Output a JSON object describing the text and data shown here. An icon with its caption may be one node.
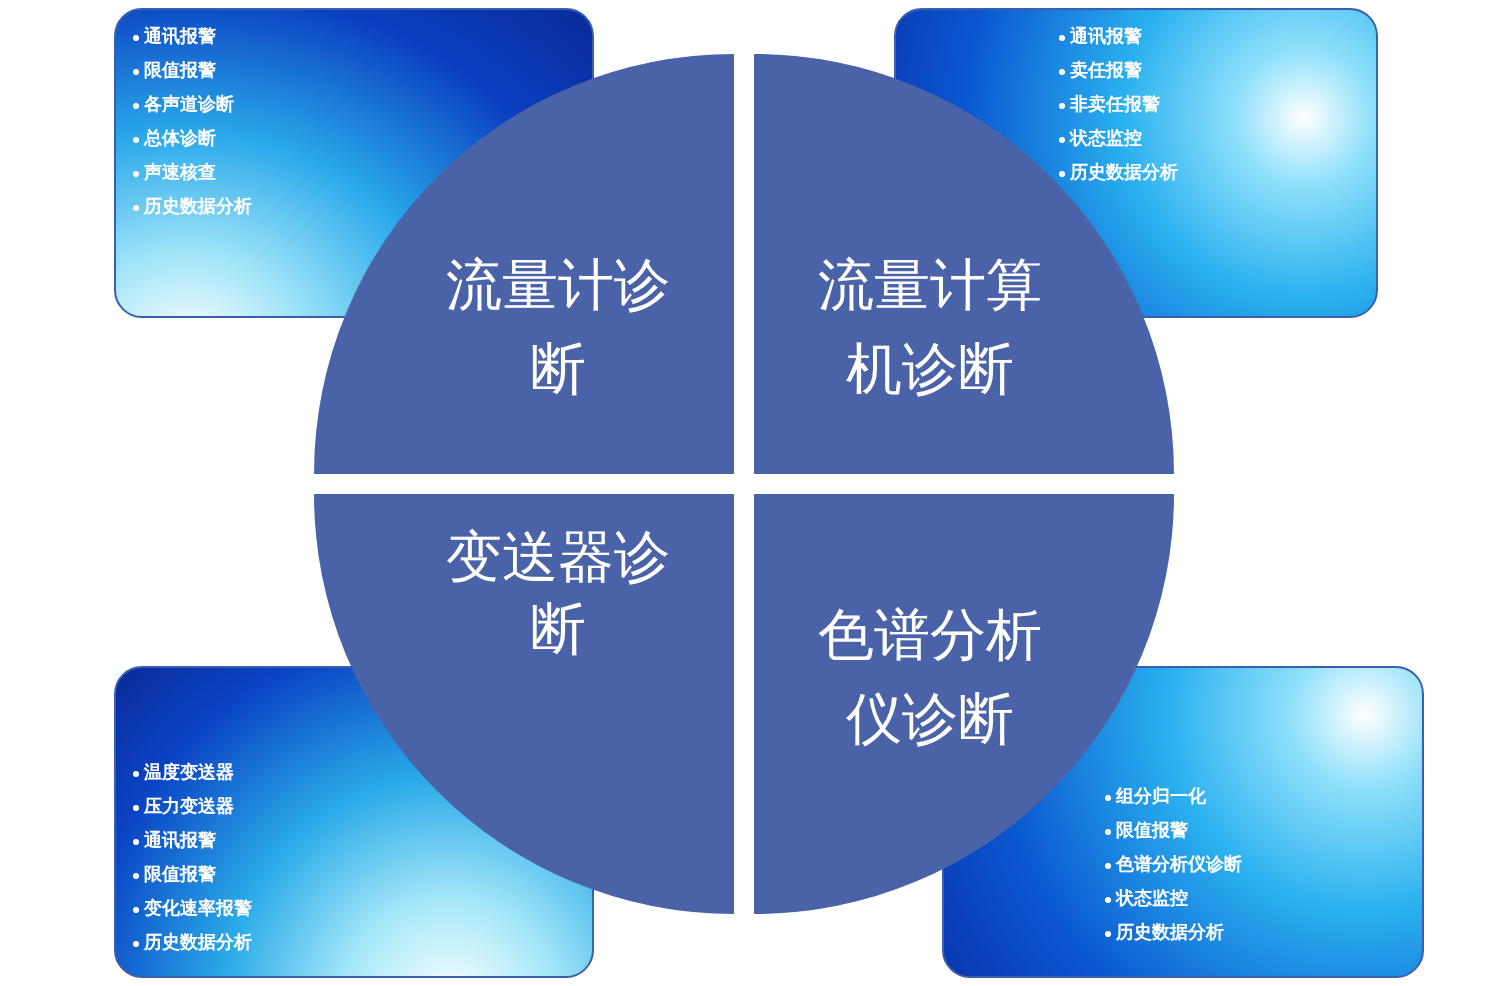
{
  "diagram": {
    "nodes": [
      {
        "text": [
          "通讯报警",
          "限值报警",
          "各声道诊断",
          "总体诊断",
          "声速核查",
          "历史数据分析"
        ]
      },
      {
        "text": [
          "通讯报警",
          "卖任报警",
          "非卖任报警",
          "状态监控",
          "历史数据分析"
        ]
      },
      {
        "text": [
          "流量计诊断"
        ]
      },
      {
        "text": [
          "流量计算机诊断"
        ]
      },
      {
        "text": [
          "变送器诊断"
        ]
      },
      {
        "text": [
          "色谱分析仪诊断"
        ]
      },
      {
        "text": [
          "温度变送器",
          "压力变送器",
          "通讯报警",
          "限值报警",
          "变化速率报警",
          "历史数据分析"
        ]
      },
      {
        "text": [
          "组分归一化",
          "限值报警",
          "色谱分析仪诊断",
          "状态监控",
          "历史数据分析"
        ]
      }
    ]
  }
}
